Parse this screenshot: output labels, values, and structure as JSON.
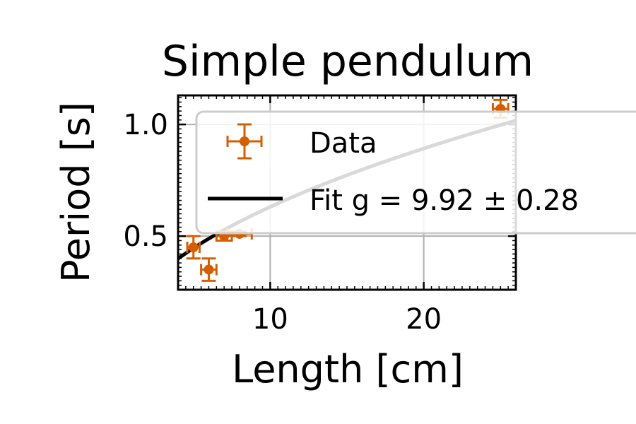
{
  "chart_data": {
    "type": "scatter",
    "title": "Simple pendulum",
    "xlabel": "Length [cm]",
    "ylabel": "Period [s]",
    "xlim": [
      4,
      26
    ],
    "ylim": [
      0.26,
      1.13
    ],
    "xticks": [
      10,
      20
    ],
    "xtick_labels": [
      "10",
      "20"
    ],
    "yticks": [
      0.5,
      1.0
    ],
    "ytick_labels": [
      "0.5",
      "1.0"
    ],
    "grid": true,
    "legend_position": "upper-left",
    "series": [
      {
        "name": "Data",
        "kind": "errorbar",
        "color": "#d55e00",
        "points": [
          {
            "x": 5.0,
            "y": 0.45,
            "xerr": 0.4,
            "yerr": 0.05
          },
          {
            "x": 6.0,
            "y": 0.35,
            "xerr": 0.5,
            "yerr": 0.05
          },
          {
            "x": 7.0,
            "y": 0.5,
            "xerr": 0.5,
            "yerr": 0.02
          },
          {
            "x": 8.0,
            "y": 0.51,
            "xerr": 0.8,
            "yerr": 0.01
          },
          {
            "x": 25.0,
            "y": 1.07,
            "xerr": 0.5,
            "yerr": 0.04
          }
        ]
      },
      {
        "name": "Fit g = 9.92 ± 0.28",
        "kind": "line",
        "color": "#000000",
        "g": 9.92
      }
    ]
  }
}
